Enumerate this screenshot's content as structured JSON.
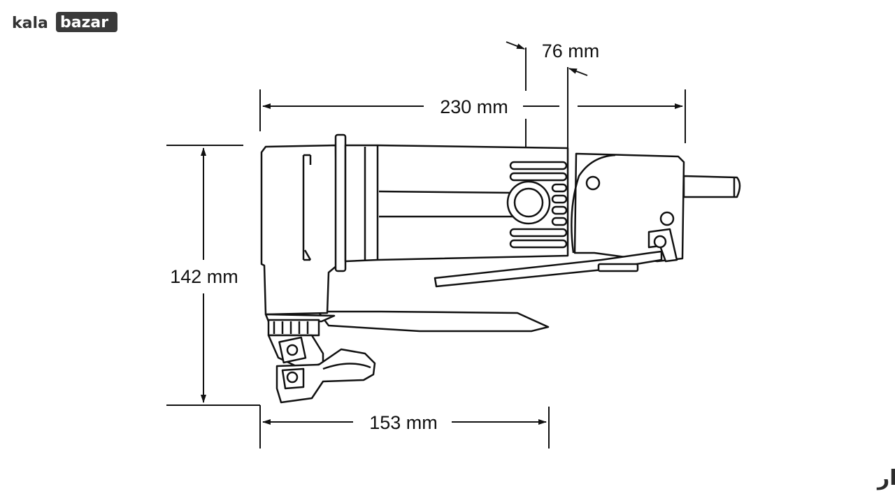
{
  "logo": {
    "brand_left": "kala",
    "brand_right": "bazar",
    "brand_fa": "کالابازار",
    "badge_color": "#3a3a3a"
  },
  "dimensions": {
    "depth": "76 mm",
    "length": "230 mm",
    "height": "142 mm",
    "head_length": "153 mm"
  },
  "colors": {
    "line": "#111111",
    "fill": "#ffffff"
  }
}
